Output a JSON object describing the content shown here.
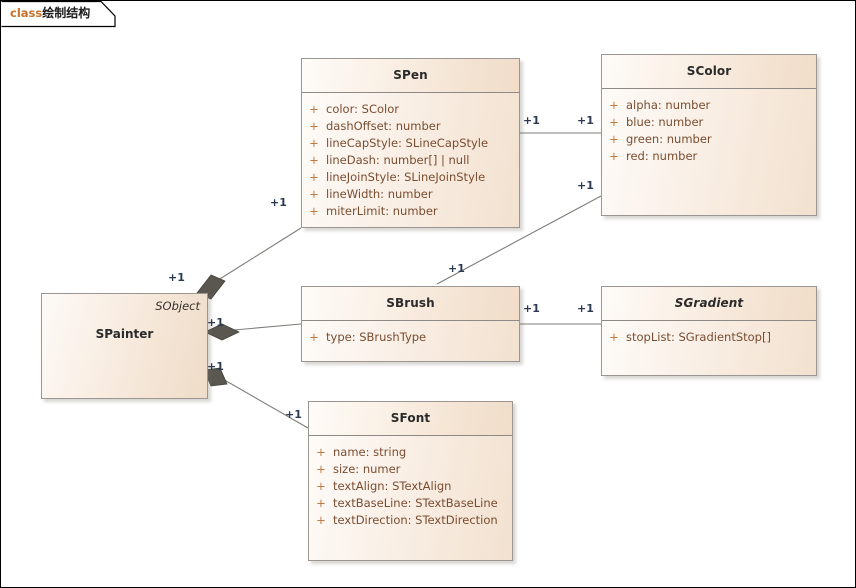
{
  "frame": {
    "keyword": "class",
    "name": "绘制结构"
  },
  "classes": {
    "spen": {
      "name": "SPen",
      "attributes": [
        {
          "visibility": "+",
          "signature": "color: SColor"
        },
        {
          "visibility": "+",
          "signature": "dashOffset: number"
        },
        {
          "visibility": "+",
          "signature": "lineCapStyle: SLineCapStyle"
        },
        {
          "visibility": "+",
          "signature": "lineDash: number[] | null"
        },
        {
          "visibility": "+",
          "signature": "lineJoinStyle: SLineJoinStyle"
        },
        {
          "visibility": "+",
          "signature": "lineWidth: number"
        },
        {
          "visibility": "+",
          "signature": "miterLimit: number"
        }
      ]
    },
    "scolor": {
      "name": "SColor",
      "attributes": [
        {
          "visibility": "+",
          "signature": "alpha: number"
        },
        {
          "visibility": "+",
          "signature": "blue: number"
        },
        {
          "visibility": "+",
          "signature": "green: number"
        },
        {
          "visibility": "+",
          "signature": "red: number"
        }
      ]
    },
    "spainter": {
      "name": "SPainter",
      "stereotype": "SObject"
    },
    "sbrush": {
      "name": "SBrush",
      "attributes": [
        {
          "visibility": "+",
          "signature": "type: SBrushType"
        }
      ]
    },
    "sgradient": {
      "name": "SGradient",
      "abstract": true,
      "attributes": [
        {
          "visibility": "+",
          "signature": "stopList: SGradientStop[]"
        }
      ]
    },
    "sfont": {
      "name": "SFont",
      "attributes": [
        {
          "visibility": "+",
          "signature": "name: string"
        },
        {
          "visibility": "+",
          "signature": "size: numer"
        },
        {
          "visibility": "+",
          "signature": "textAlign: STextAlign"
        },
        {
          "visibility": "+",
          "signature": "textBaseLine: STextBaseLine"
        },
        {
          "visibility": "+",
          "signature": "textDirection: STextDirection"
        }
      ]
    }
  },
  "multiplicities": {
    "spainter_spen": "+1",
    "spen_end": "+1",
    "spen_scolor_src": "+1",
    "spen_scolor_dst": "+1",
    "spainter_sbrush": "+1",
    "sbrush_end": "+1",
    "sbrush_scolor": "+1",
    "scolor_sbrush": "+1",
    "sbrush_sgradient_src": "+1",
    "sbrush_sgradient_dst": "+1",
    "spainter_sfont": "+1",
    "sfont_end": "+1"
  },
  "colors": {
    "link": "#7d7d78",
    "diamond": "#5a5650",
    "attribute_text": "#7a4d30",
    "visibility": "#c07a3f",
    "multiplicity": "#2b3a52",
    "keyword": "#c8712b",
    "box_border": "#9b9691"
  }
}
